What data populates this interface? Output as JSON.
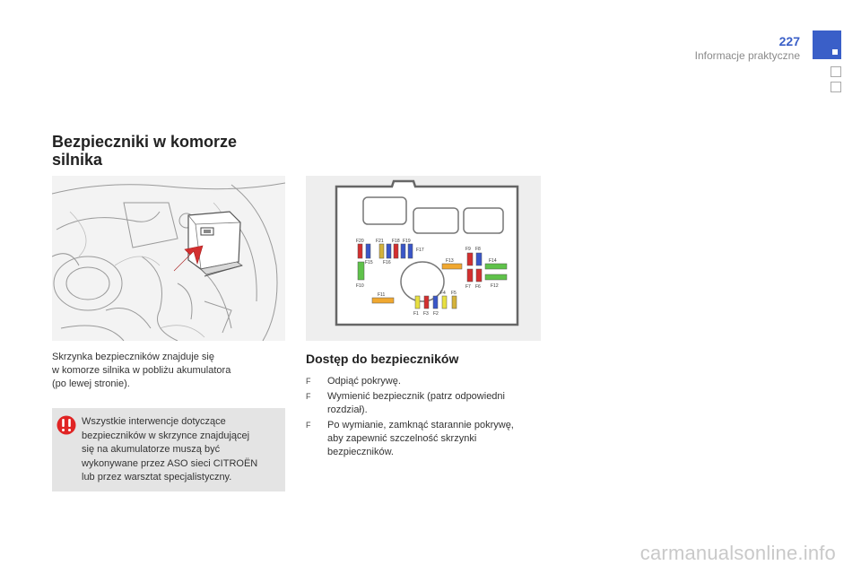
{
  "header": {
    "page_number": "227",
    "section": "Informacje praktyczne"
  },
  "colors": {
    "accent": "#3a5fc8",
    "warning_red": "#e02424",
    "arrow_red": "#d32f2f",
    "warning_bg": "#e4e4e4"
  },
  "main": {
    "title": "Bezpieczniki w komorze silnika",
    "intro": [
      "Skrzynka bezpieczników znajduje się",
      "w komorze silnika w pobliżu akumulatora",
      "(po lewej stronie)."
    ],
    "warning": {
      "icon": "exclamation-warning-icon",
      "lines": [
        "Wszystkie interwencje dotyczące",
        "bezpieczników w skrzynce znajdującej",
        "się na akumulatorze muszą być",
        "wykonywane przez ASO sieci CITROËN",
        "lub przez warsztat specjalistyczny."
      ]
    },
    "access": {
      "title": "Dostęp do bezpieczników",
      "bullet_symbol": "F",
      "steps": [
        {
          "lines": [
            "Odpiąć pokrywę."
          ]
        },
        {
          "lines": [
            "Wymienić bezpiecznik (patrz odpowiedni",
            "rozdział)."
          ]
        },
        {
          "lines": [
            "Po wymianie, zamknąć starannie pokrywę,",
            "aby zapewnić szczelność skrzynki",
            "bezpieczników."
          ]
        }
      ]
    }
  },
  "fuse_labels": {
    "f20": "F20",
    "f21": "F21",
    "f18": "F18",
    "f19": "F19",
    "f17": "F17",
    "f15": "F15",
    "f16": "F16",
    "f13": "F13",
    "f14": "F14",
    "f9": "F9",
    "f8": "F8",
    "f7": "F7",
    "f6": "F6",
    "f12": "F12",
    "f10": "F10",
    "f11": "F11",
    "f4": "F4",
    "f5": "F5",
    "f1": "F1",
    "f3": "F3",
    "f2": "F2"
  },
  "watermark": "carmanualsonline.info"
}
